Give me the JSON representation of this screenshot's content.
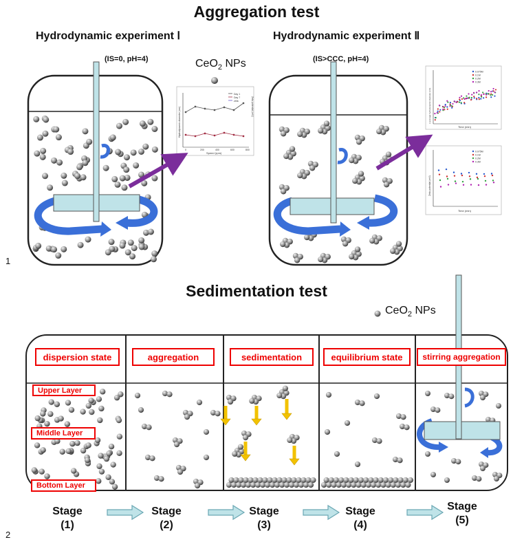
{
  "aggregation": {
    "title": "Aggregation test",
    "exp1_title": "Hydrodynamic experiment Ⅰ",
    "exp1_cond": "(IS=0, pH=4)",
    "exp2_title": "Hydrodynamic experiment Ⅱ",
    "exp2_cond": "(IS>CCC, pH=4)",
    "legend_base": "CeO",
    "legend_sub": "2",
    "legend_suffix": " NPs",
    "inset1": {
      "legend": [
        "Day 1",
        "Day 7",
        "zeta"
      ],
      "xlabel": "Speed (rpm)",
      "ylabel": "Hydrodynamic diameter (nm)",
      "ylabel2": "Zeta potential (mV)",
      "xticks": [
        "0",
        "200",
        "400",
        "600",
        "800"
      ]
    },
    "inset2": {
      "legend": [
        "0.075M",
        "0.1M",
        "0.2M",
        "0.3M"
      ],
      "xlabel": "Time (min)",
      "ylabel": "z-average hydrodynamic diameter (nm)"
    },
    "inset3": {
      "legend": [
        "0.075M",
        "0.1M",
        "0.2M",
        "0.3M"
      ],
      "xlabel": "Time (min)",
      "ylabel": "Zeta potential (mV)"
    }
  },
  "sedimentation": {
    "title": "Sedimentation test",
    "legend_base": "CeO",
    "legend_sub": "2",
    "legend_suffix": " NPs",
    "state_labels": [
      "dispersion state",
      "aggregation",
      "sedimentation",
      "equilibrium state",
      "stirring aggregation"
    ],
    "layer_labels": [
      "Upper Layer",
      "Middle Layer",
      "Bottom Layer"
    ],
    "stage_word": "Stage",
    "stage_numbers": [
      "(1)",
      "(2)",
      "(3)",
      "(4)",
      "(5)"
    ]
  },
  "panel_numbers": [
    "1",
    "2"
  ],
  "colors": {
    "label_red": "#e00000",
    "stir_arrow_blue": "#3a6fd8",
    "process_arrow_purple": "#7b2d9b",
    "settle_arrow_yellow": "#f2c200",
    "impeller_fill": "#bfe3e8"
  }
}
